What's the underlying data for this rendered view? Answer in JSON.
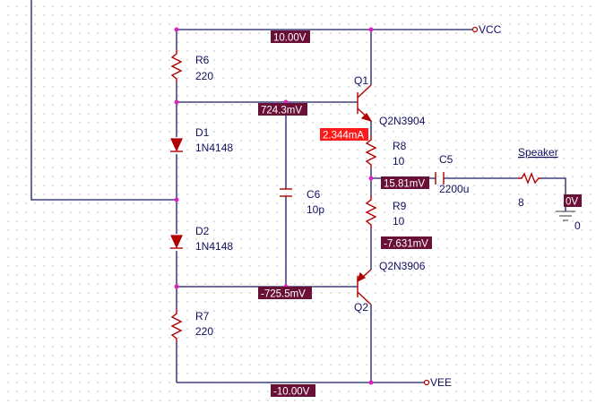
{
  "ports": {
    "vcc": "VCC",
    "vee": "VEE"
  },
  "components": {
    "r6": {
      "ref": "R6",
      "value": "220"
    },
    "d1": {
      "ref": "D1",
      "value": "1N4148"
    },
    "d2": {
      "ref": "D2",
      "value": "1N4148"
    },
    "r7": {
      "ref": "R7",
      "value": "220"
    },
    "c6": {
      "ref": "C6",
      "value": "10p"
    },
    "q1": {
      "ref": "Q1",
      "value": "Q2N3904"
    },
    "q2": {
      "ref": "Q2",
      "value": "Q2N3906"
    },
    "r8": {
      "ref": "R8",
      "value": "10"
    },
    "r9": {
      "ref": "R9",
      "value": "10"
    },
    "c5": {
      "ref": "C5",
      "value": "2200u"
    },
    "speaker": {
      "ref": "Speaker",
      "value": "8"
    },
    "ground": {
      "value": "0"
    }
  },
  "probes": {
    "v_vcc": "10.00V",
    "v_q1_base": "724.3mV",
    "i_q1_emitter": "2.344mA",
    "v_output": "15.81mV",
    "v_q2_emitter": "-7.631mV",
    "v_q2_base": "-725.5mV",
    "v_vee": "-10.00V",
    "v_speaker_ground": "0V"
  },
  "colors": {
    "wire": "#1a1a60",
    "component": "#b00000",
    "junction": "#e020c0",
    "voltage_probe": "#6a1036",
    "current_probe": "#ff1a1a",
    "grid_dot": "#b8b8b8"
  }
}
